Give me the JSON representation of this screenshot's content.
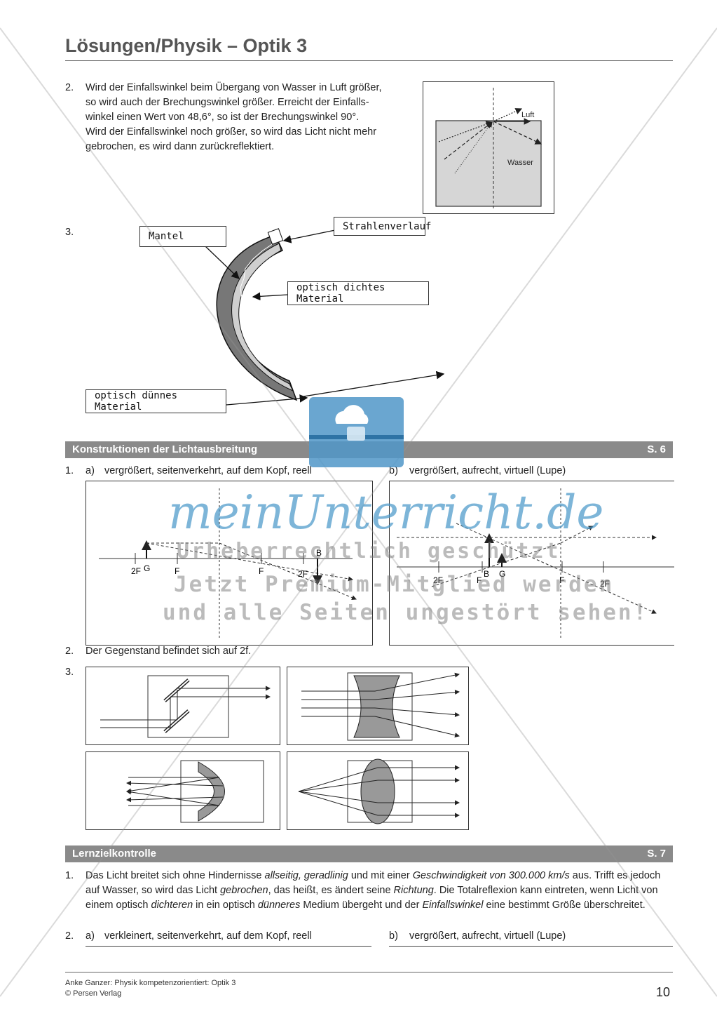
{
  "header": {
    "title": "Lösungen/Physik – Optik 3"
  },
  "q2": {
    "number": "2.",
    "lines": [
      "Wird der Einfallswinkel beim Übergang von Wasser in Luft größer,",
      "so wird auch der Brechungswinkel größer. Erreicht der Einfalls-",
      "winkel einen Wert von 48,6°, so ist der Brechungswinkel 90°.",
      "Wird der Einfallswinkel noch größer, so wird das Licht nicht mehr",
      "gebrochen, es wird dann zurückreflektiert."
    ],
    "figure": {
      "air_label": "Luft",
      "water_label": "Wasser"
    }
  },
  "q3": {
    "number": "3.",
    "labels": {
      "mantel": "Mantel",
      "strahlenverlauf": "Strahlenverlauf",
      "dense": "optisch dichtes Material",
      "thin": "optisch dünnes Material"
    }
  },
  "section1": {
    "title": "Konstruktionen der Lichtausbreitung",
    "page": "S. 6"
  },
  "s1": {
    "q1_number": "1.",
    "a_label": "a)",
    "a_text": "vergrößert, seitenverkehrt, auf dem Kopf, reell",
    "b_label": "b)",
    "b_text": "vergrößert, aufrecht, virtuell (Lupe)",
    "diagA": {
      "lbl_2F_left": "2F",
      "lbl_G": "G",
      "lbl_F_left": "F",
      "lbl_F_right": "F",
      "lbl_2F_right": "2F",
      "lbl_B": "B"
    },
    "diagB": {
      "lbl_2F_left": "2F",
      "lbl_F_left": "F",
      "lbl_B": "B",
      "lbl_G": "G",
      "lbl_F_right": "F",
      "lbl_2F_right": "2F"
    },
    "q2_number": "2.",
    "q2_text": "Der Gegenstand befindet sich auf 2f.",
    "q3_number": "3."
  },
  "section2": {
    "title": "Lernzielkontrolle",
    "page": "S. 7"
  },
  "lz": {
    "q1_number": "1.",
    "q1_parts": [
      {
        "t": "Das Licht breitet sich ohne Hindernisse ",
        "i": false
      },
      {
        "t": "allseitig, geradlinig",
        "i": true
      },
      {
        "t": " und mit einer ",
        "i": false
      },
      {
        "t": "Geschwindigkeit von 300.000 km/s",
        "i": true
      },
      {
        "t": " aus. Trifft es jedoch auf Wasser, so wird das Licht ",
        "i": false
      },
      {
        "t": "gebrochen",
        "i": true
      },
      {
        "t": ", das heißt, es ändert seine ",
        "i": false
      },
      {
        "t": "Richtung",
        "i": true
      },
      {
        "t": ". Die Totalreflexion kann eintreten, wenn Licht von einem optisch ",
        "i": false
      },
      {
        "t": "dichteren",
        "i": true
      },
      {
        "t": " in ein optisch ",
        "i": false
      },
      {
        "t": "dünneres",
        "i": true
      },
      {
        "t": " Medium übergeht und der ",
        "i": false
      },
      {
        "t": "Einfallswinkel",
        "i": true
      },
      {
        "t": " eine bestimmt Größe überschreitet.",
        "i": false
      }
    ],
    "q2_number": "2.",
    "a_label": "a)",
    "a_text": "verkleinert, seitenverkehrt, auf dem Kopf, reell",
    "b_label": "b)",
    "b_text": "vergrößert, aufrecht, virtuell (Lupe)"
  },
  "footer": {
    "line1": "Anke Ganzer: Physik kompetenzorientiert: Optik 3",
    "line2": "© Persen Verlag",
    "page_number": "10"
  },
  "watermark": {
    "brand": "meinUnterricht.de",
    "line1": "Urheberrechtlich geschützt",
    "line2": "Jetzt Premium-Mitglied werden",
    "line3": "und alle Seiten ungestört sehen!"
  }
}
